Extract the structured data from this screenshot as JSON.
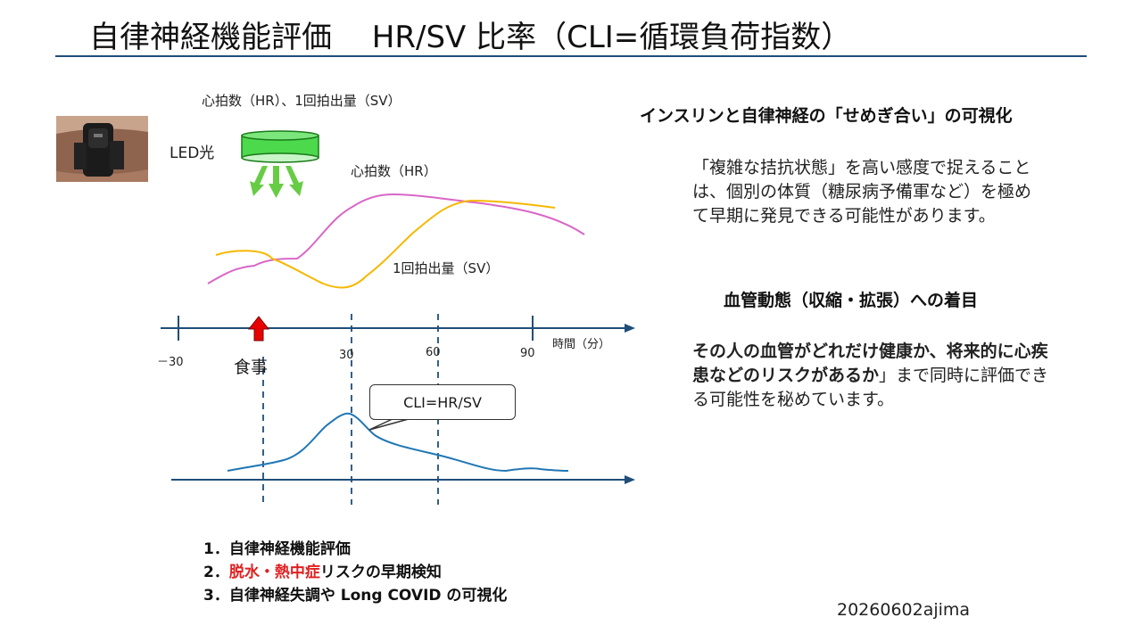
{
  "title": "自律神経機能評価　 HR/SV 比率（CLI=循環負荷指数）",
  "diagram": {
    "measure_label": "心拍数（HR）、1回拍出量（SV）",
    "led_label": "LED光",
    "hr_label": "心拍数（HR）",
    "sv_label": "1回拍出量（SV）",
    "axis_unit": "時間（分）",
    "ticks": [
      "－30",
      "30",
      "60",
      "90"
    ],
    "meal_label": "食事",
    "cli_label": "CLI=HR/SV",
    "colors": {
      "hr": "#d966c8",
      "sv": "#f5b800",
      "cli": "#1f77b4",
      "axis": "#1f4e79",
      "led": "#4cd94c",
      "meal": "#e60000"
    },
    "icons": [
      "wristband-photo",
      "led-sensor-icon",
      "arrow-down-icon",
      "meal-arrow-icon"
    ]
  },
  "right": {
    "heading1": "インスリンと自律神経の「せめぎ合い」の可視化",
    "para1": "「複雑な拮抗状態」を高い感度で捉えることは、個別の体質（糖尿病予備軍など）を極めて早期に発見できる可能性があります。",
    "heading2": "血管動態（収縮・拡張）への着目",
    "para2_bold": "その人の血管がどれだけ健康か、将来的に心疾患などのリスクがあるか",
    "para2_rest": "」まで同時に評価できる可能性を秘めています。"
  },
  "list": {
    "item1": "1．自律神経機能評価",
    "item2_prefix": "2．",
    "item2_red": "脱水・熱中症",
    "item2_rest": "リスクの早期検知",
    "item3": "3．自律神経失調や Long COVID の可視化"
  },
  "footer": "20260602ajima"
}
